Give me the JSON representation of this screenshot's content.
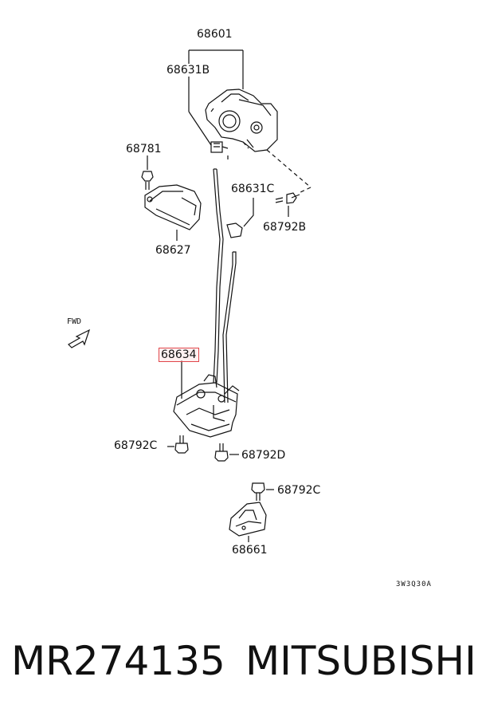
{
  "parts": {
    "p68601": "68601",
    "p68631B": "68631B",
    "p68781": "68781",
    "p68631C": "68631C",
    "p68792B": "68792B",
    "p68627": "68627",
    "p68634": "68634",
    "p68792C_left": "68792C",
    "p68792D": "68792D",
    "p68792C_right": "68792C",
    "p68661": "68661"
  },
  "fwd_label": "FWD",
  "diagram_code": "3W3Q30A",
  "caption": {
    "part_number": "MR274135",
    "brand": "MITSUBISHI"
  },
  "highlight_color": "#e0464b"
}
